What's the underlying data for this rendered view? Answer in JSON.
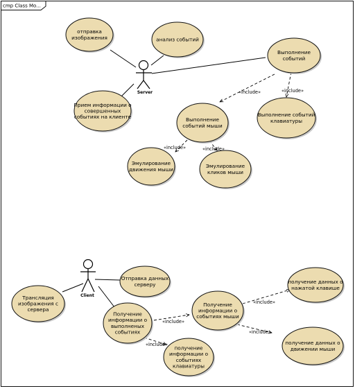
{
  "frame": {
    "title": "cmp Class Mo..."
  },
  "actors": [
    {
      "id": "server",
      "name": "Server"
    },
    {
      "id": "client",
      "name": "Client"
    }
  ],
  "use_cases": {
    "send_image": [
      "отправка",
      "изображения"
    ],
    "analyze_events": [
      "анализ событий"
    ],
    "execute_events": [
      "Выполнение",
      "событий"
    ],
    "receive_info": [
      "Прием информации о",
      "совершенных",
      "событиях на клиенте"
    ],
    "execute_mouse": [
      "Выполнение",
      "событий мыши"
    ],
    "execute_keyboard": [
      "Выполнение событий",
      "клавиатуры"
    ],
    "emulate_move": [
      "Эмулирование",
      "движения мыши"
    ],
    "emulate_clicks": [
      "Эмулирование",
      "кликов мыши"
    ],
    "send_data": [
      "Отправка данных",
      "серверу"
    ],
    "broadcast_image": [
      "Трансляция",
      "изображения с",
      "сервера"
    ],
    "get_executed": [
      "Получение",
      "информации о",
      "выполненых",
      "событиях"
    ],
    "get_mouse_events": [
      "Получение",
      "информации о",
      "событиях мыши"
    ],
    "get_pressed_key": [
      "получение данных о",
      "нажатой клавише"
    ],
    "get_mouse_move": [
      "получение данных о",
      "движении мыши"
    ],
    "get_keyboard_events": [
      "получение",
      "информации о",
      "событиях",
      "клавиатуры"
    ]
  },
  "include_label": "«include»"
}
